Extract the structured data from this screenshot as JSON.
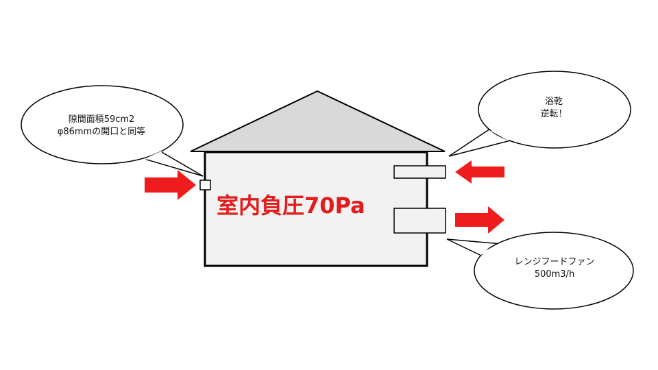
{
  "callouts": {
    "gap": {
      "line1": "隙間面積59cm2",
      "line2": "φ86mmの開口と同等"
    },
    "bath_dryer": {
      "line1": "浴乾",
      "line2": "逆転！"
    },
    "range_hood": {
      "line1": "レンジフードファン",
      "line2": "500m3/h"
    }
  },
  "house": {
    "pressure_label": "室内負圧70Pa"
  },
  "colors": {
    "arrow": "#ee1c1c",
    "pressure_text": "#e31b1b",
    "house_fill": "#f2f2f2",
    "roof_fill": "#d9d9d9",
    "outline": "#000000"
  }
}
